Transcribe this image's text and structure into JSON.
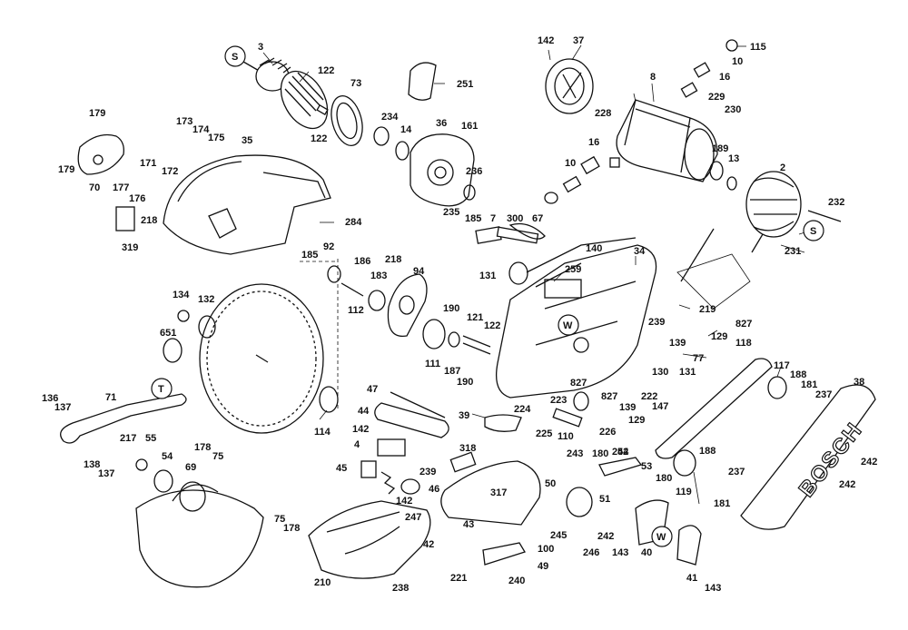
{
  "brand": "BOSCH",
  "markers": [
    {
      "id": "s1",
      "letter": "S"
    },
    {
      "id": "s2",
      "letter": "S"
    },
    {
      "id": "t1",
      "letter": "T"
    },
    {
      "id": "w1",
      "letter": "W"
    },
    {
      "id": "w2",
      "letter": "W"
    }
  ],
  "labels": [
    "3",
    "122",
    "73",
    "251",
    "122",
    "234",
    "14",
    "36",
    "161",
    "179",
    "173",
    "174",
    "175",
    "35",
    "179",
    "70",
    "177",
    "171",
    "176",
    "172",
    "218",
    "319",
    "236",
    "235",
    "284",
    "142",
    "37",
    "115",
    "10",
    "8",
    "16",
    "229",
    "230",
    "228",
    "16",
    "10",
    "189",
    "13",
    "2",
    "232",
    "231",
    "185",
    "7",
    "300",
    "67",
    "140",
    "34",
    "259",
    "131",
    "185",
    "92",
    "186",
    "218",
    "183",
    "94",
    "112",
    "827",
    "219",
    "190",
    "121",
    "122",
    "111",
    "187",
    "190",
    "239",
    "129",
    "139",
    "130",
    "77",
    "131",
    "118",
    "117",
    "188",
    "181",
    "237",
    "134",
    "132",
    "651",
    "136",
    "137",
    "71",
    "114",
    "47",
    "44",
    "827",
    "827",
    "139",
    "222",
    "147",
    "224",
    "223",
    "226",
    "39",
    "225",
    "110",
    "129",
    "38",
    "142",
    "4",
    "318",
    "243",
    "180",
    "244",
    "52",
    "53",
    "180",
    "45",
    "239",
    "46",
    "50",
    "317",
    "188",
    "119",
    "237",
    "181",
    "242",
    "242",
    "138",
    "137",
    "217",
    "55",
    "54",
    "178",
    "75",
    "69",
    "142",
    "247",
    "51",
    "242",
    "143",
    "40",
    "245",
    "246",
    "43",
    "75",
    "178",
    "42",
    "100",
    "49",
    "221",
    "240",
    "210",
    "238",
    "41",
    "143"
  ]
}
